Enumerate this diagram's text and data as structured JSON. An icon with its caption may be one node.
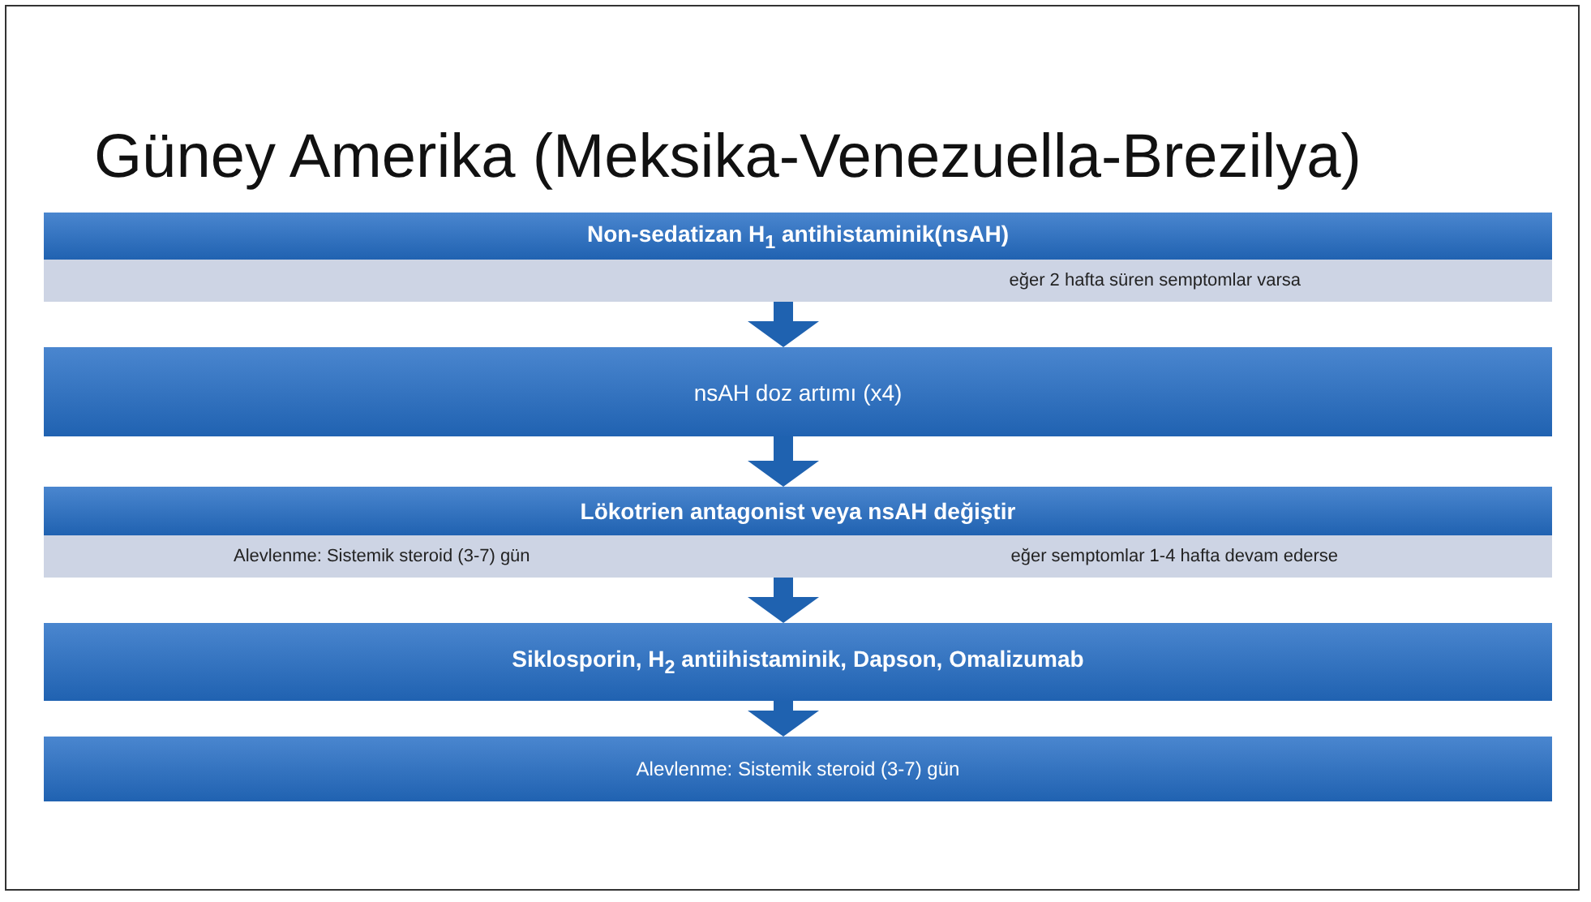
{
  "diagram": {
    "title": "Güney Amerika (Meksika-Venezuella-Brezilya)",
    "nodes": [
      {
        "text": [
          "Non-sedatizan H$_{1}$ antihistaminik(nsAH)"
        ]
      },
      {
        "text": [
          "eğer 2 hafta süren semptomlar varsa"
        ]
      },
      {
        "text": [
          "nsAH doz artımı (x4)"
        ]
      },
      {
        "text": [
          "Lökotrien antagonist veya nsAH değiştir"
        ]
      },
      {
        "text": [
          "Alevlenme: Sistemik steroid (3-7) gün",
          "eğer semptomlar 1-4 hafta devam ederse"
        ]
      },
      {
        "text": [
          "Siklosporin, H$_{2}$ antiihistaminik, Dapson, Omalizumab"
        ]
      },
      {
        "text": [
          "Alevlenme: Sistemik steroid (3-7) gün"
        ]
      }
    ],
    "edges": [
      {
        "from": 1,
        "to": 2,
        "arrow": "to"
      },
      {
        "from": 2,
        "to": 3,
        "arrow": "to"
      },
      {
        "from": 4,
        "to": 5,
        "arrow": "to"
      },
      {
        "from": 5,
        "to": 6,
        "arrow": "to"
      }
    ]
  }
}
